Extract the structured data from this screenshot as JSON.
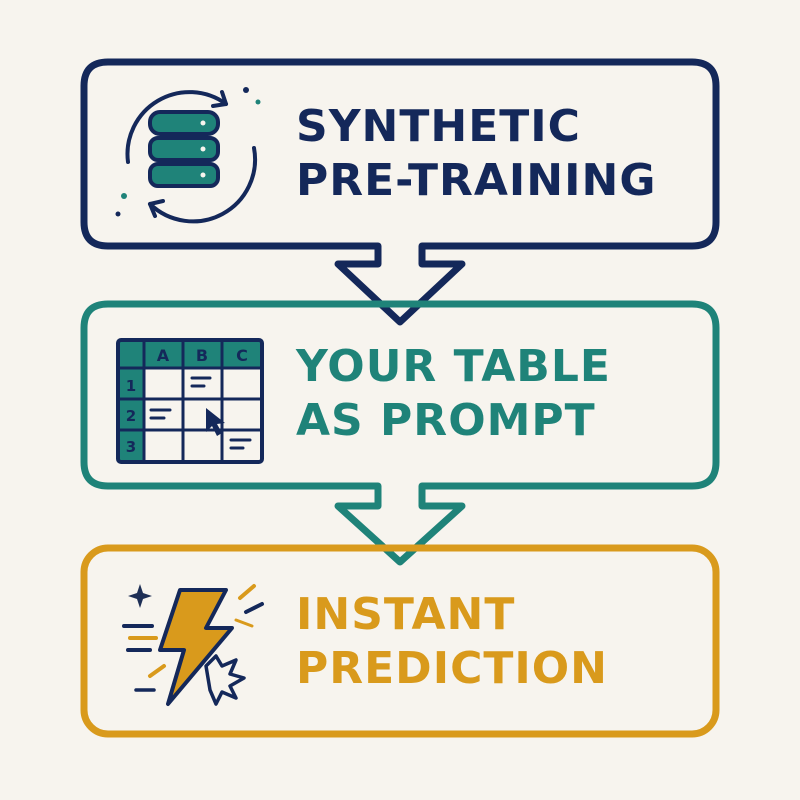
{
  "colors": {
    "background": "#f7f4ee",
    "navy": "#14285a",
    "teal": "#1f8379",
    "orange": "#d99a1c",
    "star": "#1e2f55"
  },
  "steps": [
    {
      "id": "synthetic-pre-training",
      "lines": [
        "SYNTHETIC",
        "PRE-TRAINING"
      ],
      "icon": "database-cycle-icon",
      "color": "#14285a"
    },
    {
      "id": "your-table-as-prompt",
      "lines": [
        "YOUR TABLE",
        "AS PROMPT"
      ],
      "icon": "spreadsheet-icon",
      "color": "#1f8379",
      "table": {
        "columns": [
          "A",
          "B",
          "C"
        ],
        "rows": [
          "1",
          "2",
          "3"
        ]
      }
    },
    {
      "id": "instant-prediction",
      "lines": [
        "INSTANT",
        "PREDICTION"
      ],
      "icon": "lightning-bolt-icon",
      "color": "#d99a1c"
    }
  ]
}
